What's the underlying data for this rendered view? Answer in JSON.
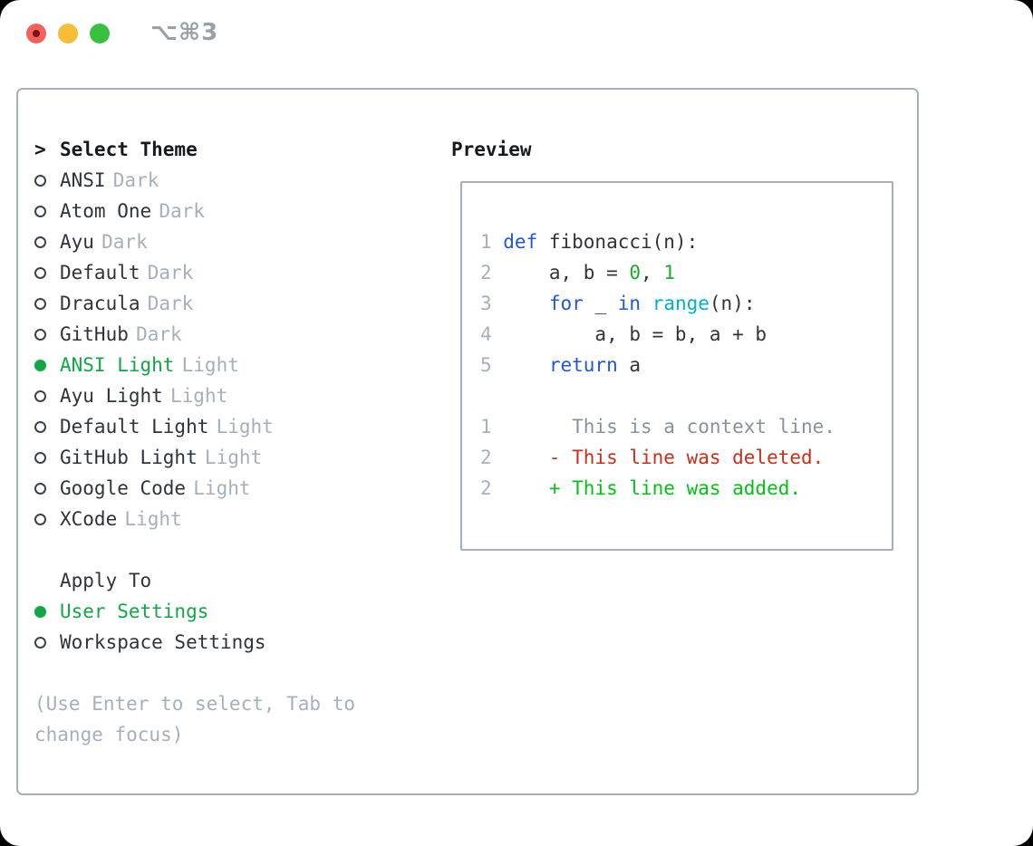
{
  "titlebar": {
    "shortcut": "⌥⌘3"
  },
  "theme_panel": {
    "header_prefix": ">",
    "header": "Select Theme",
    "items": [
      {
        "name": "ANSI",
        "variant": "Dark",
        "selected": false
      },
      {
        "name": "Atom One",
        "variant": "Dark",
        "selected": false
      },
      {
        "name": "Ayu",
        "variant": "Dark",
        "selected": false
      },
      {
        "name": "Default",
        "variant": "Dark",
        "selected": false
      },
      {
        "name": "Dracula",
        "variant": "Dark",
        "selected": false
      },
      {
        "name": "GitHub",
        "variant": "Dark",
        "selected": false
      },
      {
        "name": "ANSI Light",
        "variant": "Light",
        "selected": true
      },
      {
        "name": "Ayu Light",
        "variant": "Light",
        "selected": false
      },
      {
        "name": "Default Light",
        "variant": "Light",
        "selected": false
      },
      {
        "name": "GitHub Light",
        "variant": "Light",
        "selected": false
      },
      {
        "name": "Google Code",
        "variant": "Light",
        "selected": false
      },
      {
        "name": "XCode",
        "variant": "Light",
        "selected": false
      }
    ],
    "apply_to": {
      "header": "Apply To",
      "options": [
        {
          "name": "User Settings",
          "selected": true
        },
        {
          "name": "Workspace Settings",
          "selected": false
        }
      ]
    },
    "hint": "(Use Enter to select, Tab to change focus)"
  },
  "preview": {
    "title": "Preview",
    "lines": [
      {
        "num": "1",
        "tokens": [
          {
            "c": "kw",
            "t": "def"
          },
          {
            "c": "fg",
            "t": " fibonacci(n):"
          }
        ]
      },
      {
        "num": "2",
        "tokens": [
          {
            "c": "fg",
            "t": "    a, b = "
          },
          {
            "c": "numlit",
            "t": "0"
          },
          {
            "c": "fg",
            "t": ", "
          },
          {
            "c": "numlit",
            "t": "1"
          }
        ]
      },
      {
        "num": "3",
        "tokens": [
          {
            "c": "fg",
            "t": "    "
          },
          {
            "c": "kw",
            "t": "for"
          },
          {
            "c": "fg",
            "t": " _ "
          },
          {
            "c": "kw",
            "t": "in"
          },
          {
            "c": "fg",
            "t": " "
          },
          {
            "c": "fnc",
            "t": "range"
          },
          {
            "c": "fg",
            "t": "(n):"
          }
        ]
      },
      {
        "num": "4",
        "tokens": [
          {
            "c": "fg",
            "t": "        a, b = b, a + b"
          }
        ]
      },
      {
        "num": "5",
        "tokens": [
          {
            "c": "fg",
            "t": "    "
          },
          {
            "c": "kw",
            "t": "return"
          },
          {
            "c": "fg",
            "t": " a"
          }
        ]
      },
      {
        "num": "",
        "tokens": []
      },
      {
        "num": "1",
        "tokens": [
          {
            "c": "ctx",
            "t": "      This is a context line."
          }
        ]
      },
      {
        "num": "2",
        "tokens": [
          {
            "c": "del",
            "t": "    - This line was deleted."
          }
        ]
      },
      {
        "num": "2",
        "tokens": [
          {
            "c": "add",
            "t": "    + This line was added."
          }
        ]
      }
    ]
  },
  "colors": {
    "fg": "#2f343c",
    "muted": "#a6afbc",
    "selected_green": "#10a843",
    "keyword_blue": "#1f57d8",
    "function_cyan": "#00b2c4",
    "number_green": "#14af23",
    "added_green": "#00c310",
    "deleted_red": "#cb2e1b",
    "context_gray": "#8b919b",
    "border_gray": "#a7aeb9",
    "traffic_red": "#f4615c",
    "traffic_yellow": "#f6bd36",
    "traffic_green": "#38c140"
  }
}
